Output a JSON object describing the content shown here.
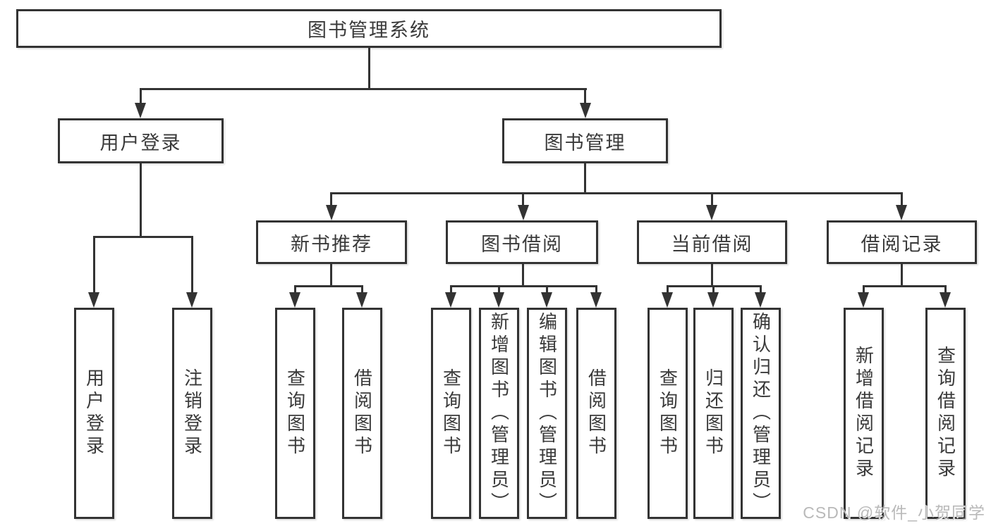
{
  "colors": {
    "line": "#333333",
    "text": "#3a3a3a",
    "box_background": "#ffffff",
    "page_background": "#ffffff",
    "watermark": "#b9b9b9"
  },
  "watermark": "CSDN @软件_小贺同学",
  "tree": {
    "root": "图书管理系统",
    "user_login": {
      "label": "用户登录",
      "children": [
        "用户登录",
        "注销登录"
      ]
    },
    "book_management": {
      "label": "图书管理",
      "sections": {
        "new_books": {
          "label": "新书推荐",
          "children": [
            "查询图书",
            "借阅图书"
          ]
        },
        "book_borrowing": {
          "label": "图书借阅",
          "children": [
            "查询图书",
            "新增图书（管理员）",
            "编辑图书（管理员）",
            "借阅图书"
          ]
        },
        "current_borrowing": {
          "label": "当前借阅",
          "children": [
            "查询图书",
            "归还图书",
            "确认归还（管理员）"
          ]
        },
        "borrowing_records": {
          "label": "借阅记录",
          "children": [
            "新增借阅记录",
            "查询借阅记录"
          ]
        }
      }
    }
  }
}
